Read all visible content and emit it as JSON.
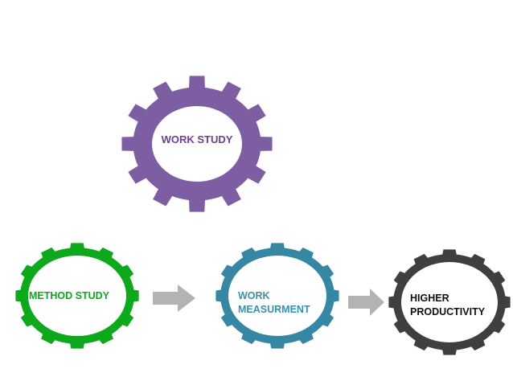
{
  "gears": [
    {
      "id": "work-study",
      "label_lines": [
        "WORK STUDY"
      ],
      "color": "#7e5ea3",
      "text_color": "#6b3f94"
    },
    {
      "id": "method-study",
      "label_lines": [
        "METHOD STUDY"
      ],
      "color": "#0ea81c",
      "text_color": "#0ea81c"
    },
    {
      "id": "work-measurement",
      "label_lines": [
        "WORK",
        "MEASURMENT"
      ],
      "color": "#3687a3",
      "text_color": "#3a8fab"
    },
    {
      "id": "higher-productivity",
      "label_lines": [
        "HIGHER",
        "PRODUCTIVITY"
      ],
      "color": "#3f3f3f",
      "text_color": "#111111"
    }
  ],
  "arrow_color": "#b3b3b3"
}
